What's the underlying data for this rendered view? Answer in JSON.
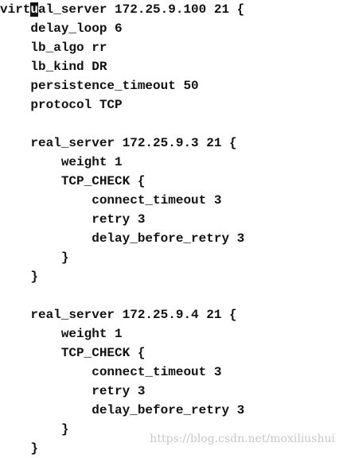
{
  "editor": {
    "cursor_char": "u",
    "lines": {
      "l0_before": "virt",
      "l0_after": "al_server 172.25.9.100 21 {",
      "l1": "    delay_loop 6",
      "l2": "    lb_algo rr",
      "l3": "    lb_kind DR",
      "l4": "    persistence_timeout 50",
      "l5": "    protocol TCP",
      "l7": "    real_server 172.25.9.3 21 {",
      "l8": "        weight 1",
      "l9": "        TCP_CHECK {",
      "l10": "            connect_timeout 3",
      "l11": "            retry 3",
      "l12": "            delay_before_retry 3",
      "l13": "        }",
      "l14": "    }",
      "l16": "    real_server 172.25.9.4 21 {",
      "l17": "        weight 1",
      "l18": "        TCP_CHECK {",
      "l19": "            connect_timeout 3",
      "l20": "            retry 3",
      "l21": "            delay_before_retry 3",
      "l22": "        }",
      "l23": "    }"
    }
  },
  "watermark": "https://blog.csdn.net/moxiliushui"
}
